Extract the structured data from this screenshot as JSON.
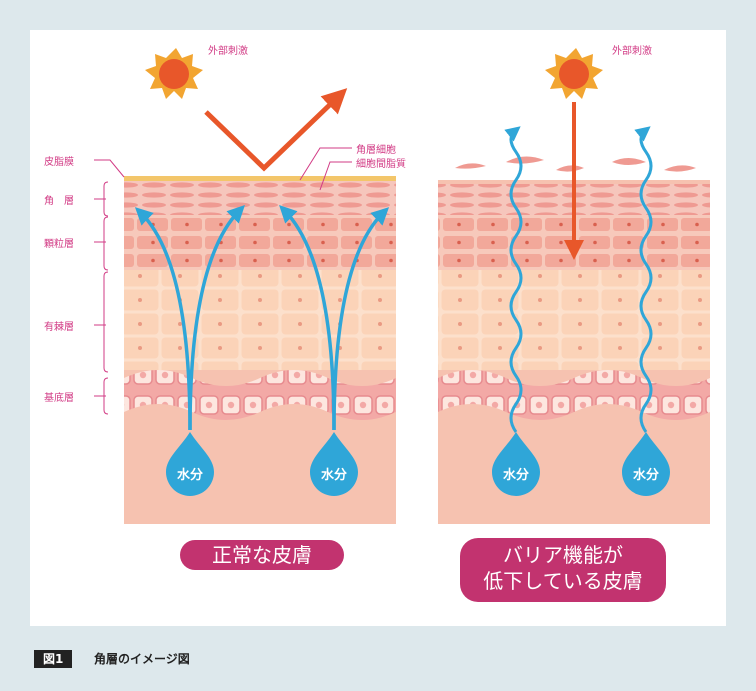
{
  "labels": {
    "external_stimulus": "外部刺激",
    "corneocyte": "角層細胞",
    "intercellular_lipid": "細胞間脂質",
    "water": "水分"
  },
  "layers": {
    "sebum": "皮脂膜",
    "stratum_corneum": "角　層",
    "granular": "顆粒層",
    "spinous": "有棘層",
    "basal": "基底層"
  },
  "panels": {
    "normal": "正常な皮膚",
    "damaged_line1": "バリア機能が",
    "damaged_line2": "低下している皮膚"
  },
  "caption": {
    "tag": "図1",
    "text": "角層のイメージ図"
  },
  "colors": {
    "accent": "#c2336f",
    "label": "#d23b85",
    "water": "#2fa6d8",
    "arrow": "#e8572a",
    "sun": "#f2a531"
  }
}
